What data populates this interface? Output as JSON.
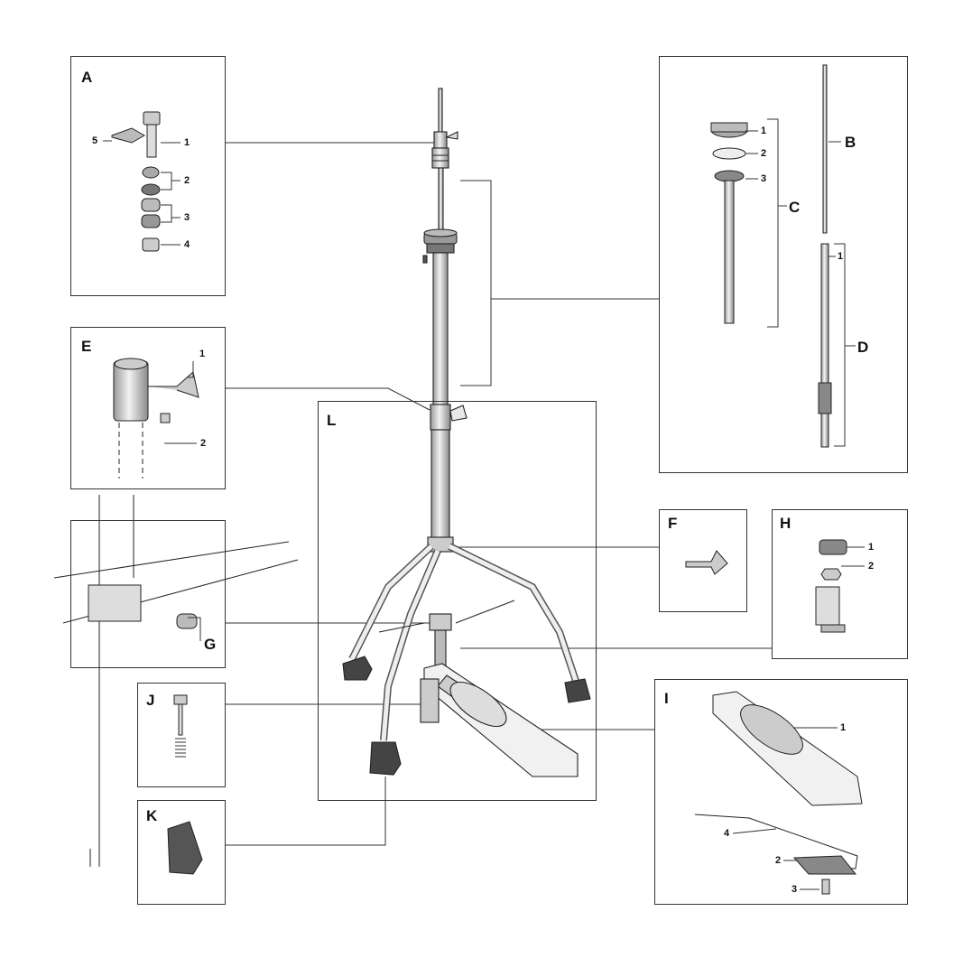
{
  "panels": {
    "A": {
      "label": "A",
      "parts": [
        "1",
        "2",
        "3",
        "4",
        "5"
      ]
    },
    "B": {
      "label": "B"
    },
    "C": {
      "label": "C",
      "parts": [
        "1",
        "2",
        "3"
      ]
    },
    "D": {
      "label": "D",
      "parts": [
        "1"
      ]
    },
    "E": {
      "label": "E",
      "parts": [
        "1",
        "2"
      ]
    },
    "F": {
      "label": "F"
    },
    "G": {
      "label": "G"
    },
    "H": {
      "label": "H",
      "parts": [
        "1",
        "2"
      ]
    },
    "I": {
      "label": "I",
      "parts": [
        "1",
        "2",
        "3",
        "4"
      ]
    },
    "J": {
      "label": "J"
    },
    "K": {
      "label": "K"
    },
    "L": {
      "label": "L"
    }
  },
  "icons": [
    "hihat-stand-drawing",
    "clutch-screw-icon",
    "rod-icon",
    "cup-felt-icon",
    "memory-lock-icon",
    "wing-bolt-icon",
    "spring-icon",
    "foot-rubber-icon",
    "footboard-icon"
  ]
}
